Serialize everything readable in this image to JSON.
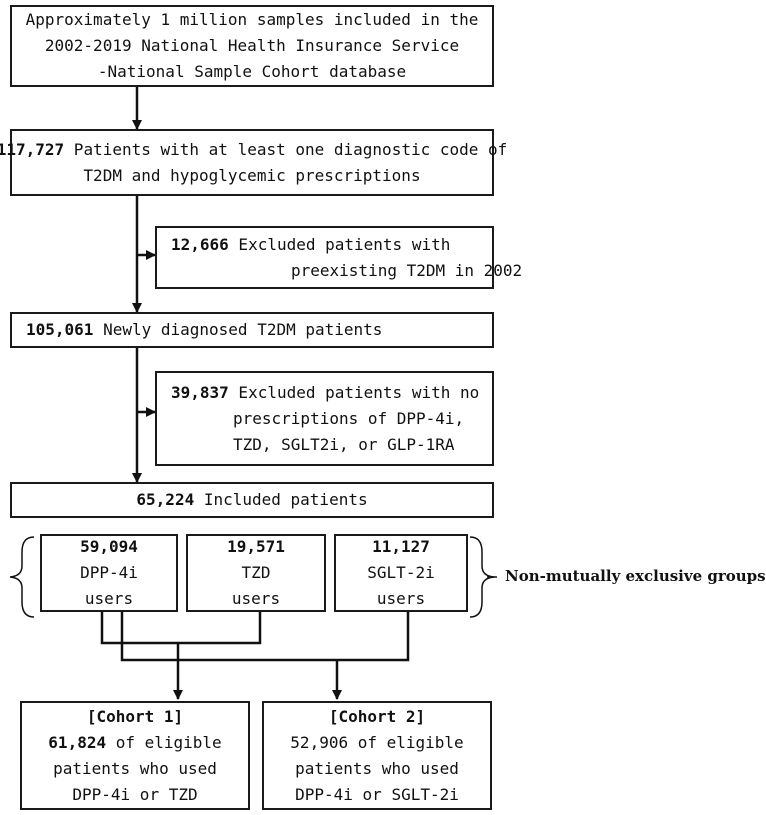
{
  "boxes": {
    "source": {
      "lines": [
        "Approximately 1 million samples included in the",
        "2002-2019 National Health Insurance Service",
        "-National Sample Cohort database"
      ]
    },
    "t2dm": {
      "num": "117,727",
      "line1_rest": " Patients with at least one diagnostic code of",
      "line2": "T2DM and hypoglycemic prescriptions"
    },
    "excl1": {
      "num": "12,666",
      "line1_rest": " Excluded patients with",
      "line2": "preexisting T2DM in 2002"
    },
    "newdx": {
      "num": "105,061",
      "line1_rest": " Newly diagnosed T2DM patients"
    },
    "excl2": {
      "num": "39,837",
      "line1_rest": " Excluded patients with no",
      "line2": "prescriptions of DPP-4i,",
      "line3": "TZD, SGLT2i, or GLP-1RA"
    },
    "included": {
      "num": "65,224",
      "line1_rest": " Included patients"
    },
    "dpp": {
      "num": "59,094",
      "line2": "DPP-4i",
      "line3": "users"
    },
    "tzd": {
      "num": "19,571",
      "line2": "TZD",
      "line3": "users"
    },
    "sglt": {
      "num": "11,127",
      "line2": "SGLT-2i",
      "line3": "users"
    },
    "cohort1": {
      "header": "[Cohort 1]",
      "num": "61,824",
      "line1_rest": " of eligible",
      "line2": "patients who used",
      "line3": "DPP-4i or TZD"
    },
    "cohort2": {
      "header": "[Cohort 2]",
      "line1": "52,906 of eligible",
      "line2": "patients who used",
      "line3": "DPP-4i or SGLT-2i"
    }
  },
  "side_label": "Non-mutually exclusive groups"
}
